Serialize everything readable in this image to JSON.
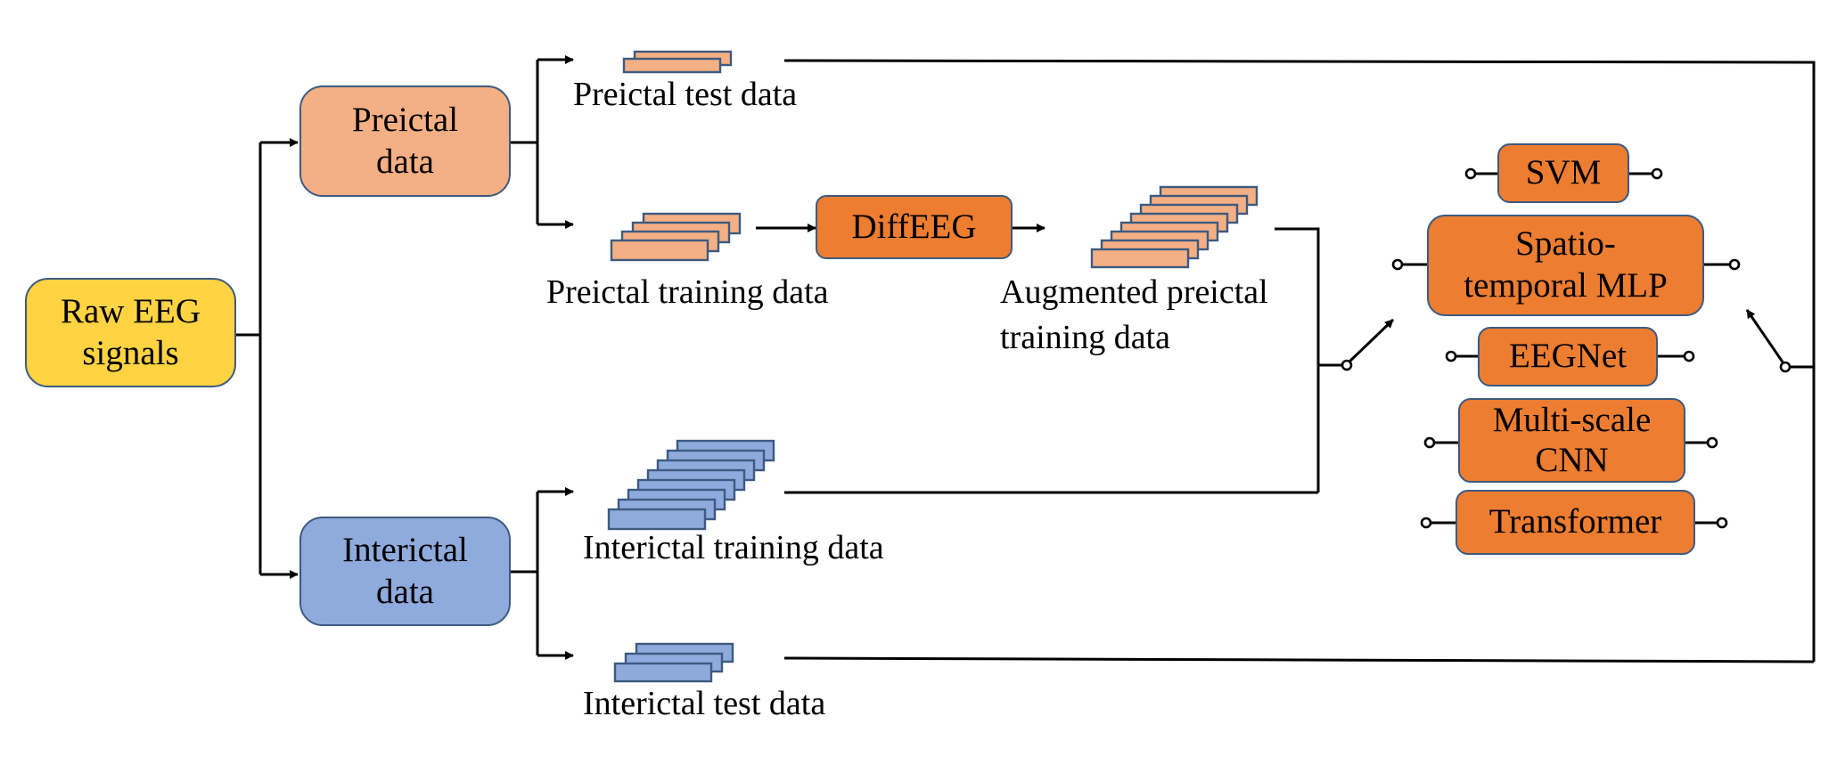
{
  "colors": {
    "raw": "#ffd341",
    "preictal": "#f4b084",
    "interictal": "#8faadc",
    "model": "#ed7d31",
    "stroke": "#3d5a80",
    "line": "#000000"
  },
  "nodes": {
    "raw": "Raw EEG\nsignals",
    "preictal": "Preictal\ndata",
    "interictal": "Interictal\ndata",
    "diffeeg": "DiffEEG"
  },
  "captions": {
    "preictal_test": "Preictal test data",
    "preictal_train": "Preictal training data",
    "augmented_1": "Augmented preictal",
    "augmented_2": "training data",
    "interictal_train": "Interictal training data",
    "interictal_test": "Interictal test data"
  },
  "models": {
    "svm": "SVM",
    "stmlp": "Spatio-\ntemporal MLP",
    "eegnet": "EEGNet",
    "mscnn": "Multi-scale\nCNN",
    "transformer": "Transformer"
  }
}
